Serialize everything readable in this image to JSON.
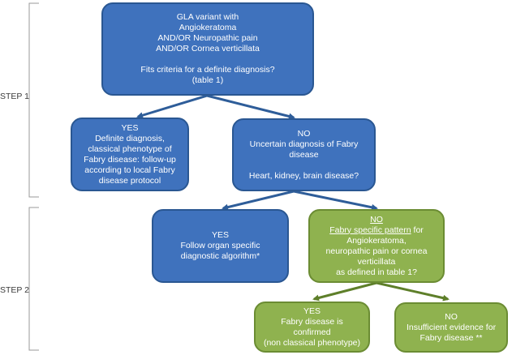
{
  "steps": {
    "step1": "STEP 1",
    "step2": "STEP 2"
  },
  "box1": {
    "line1": "GLA variant with",
    "line2": "Angiokeratoma",
    "line3": "AND/OR Neuropathic pain",
    "line4": "AND/OR Cornea verticillata",
    "line5": "Fits criteria for a definite diagnosis?",
    "line6": "(table 1)"
  },
  "box2": {
    "line1": "YES",
    "line2": "Definite diagnosis,",
    "line3": "classical phenotype of",
    "line4": "Fabry disease: follow-up",
    "line5": "according to local Fabry",
    "line6": "disease protocol"
  },
  "box3": {
    "line1": "NO",
    "line2": "Uncertain diagnosis of Fabry",
    "line3": "disease",
    "line4": "Heart, kidney, brain disease?"
  },
  "box4": {
    "line1": "YES",
    "line2": "Follow organ specific",
    "line3": "diagnostic algorithm*"
  },
  "box5": {
    "line1": "NO",
    "line2a": "Fabry specific pattern",
    "line2b": " for",
    "line3": "Angiokeratoma,",
    "line4": "neuropathic pain or cornea",
    "line5": "verticillata",
    "line6": "as defined in table 1?"
  },
  "box6": {
    "line1": "YES",
    "line2": "Fabry disease is",
    "line3": "confirmed",
    "line4": "(non classical phenotype)"
  },
  "box7": {
    "line1": "NO",
    "line2": "Insufficient evidence for",
    "line3": "Fabry disease **"
  },
  "colors": {
    "blue_fill": "#3f72bd",
    "blue_border": "#2a5792",
    "green_fill": "#8fb24f",
    "green_border": "#6b8c33",
    "arrow_blue": "#2e5d99",
    "arrow_green": "#5e7f2a",
    "bracket": "#9a9a9a"
  }
}
